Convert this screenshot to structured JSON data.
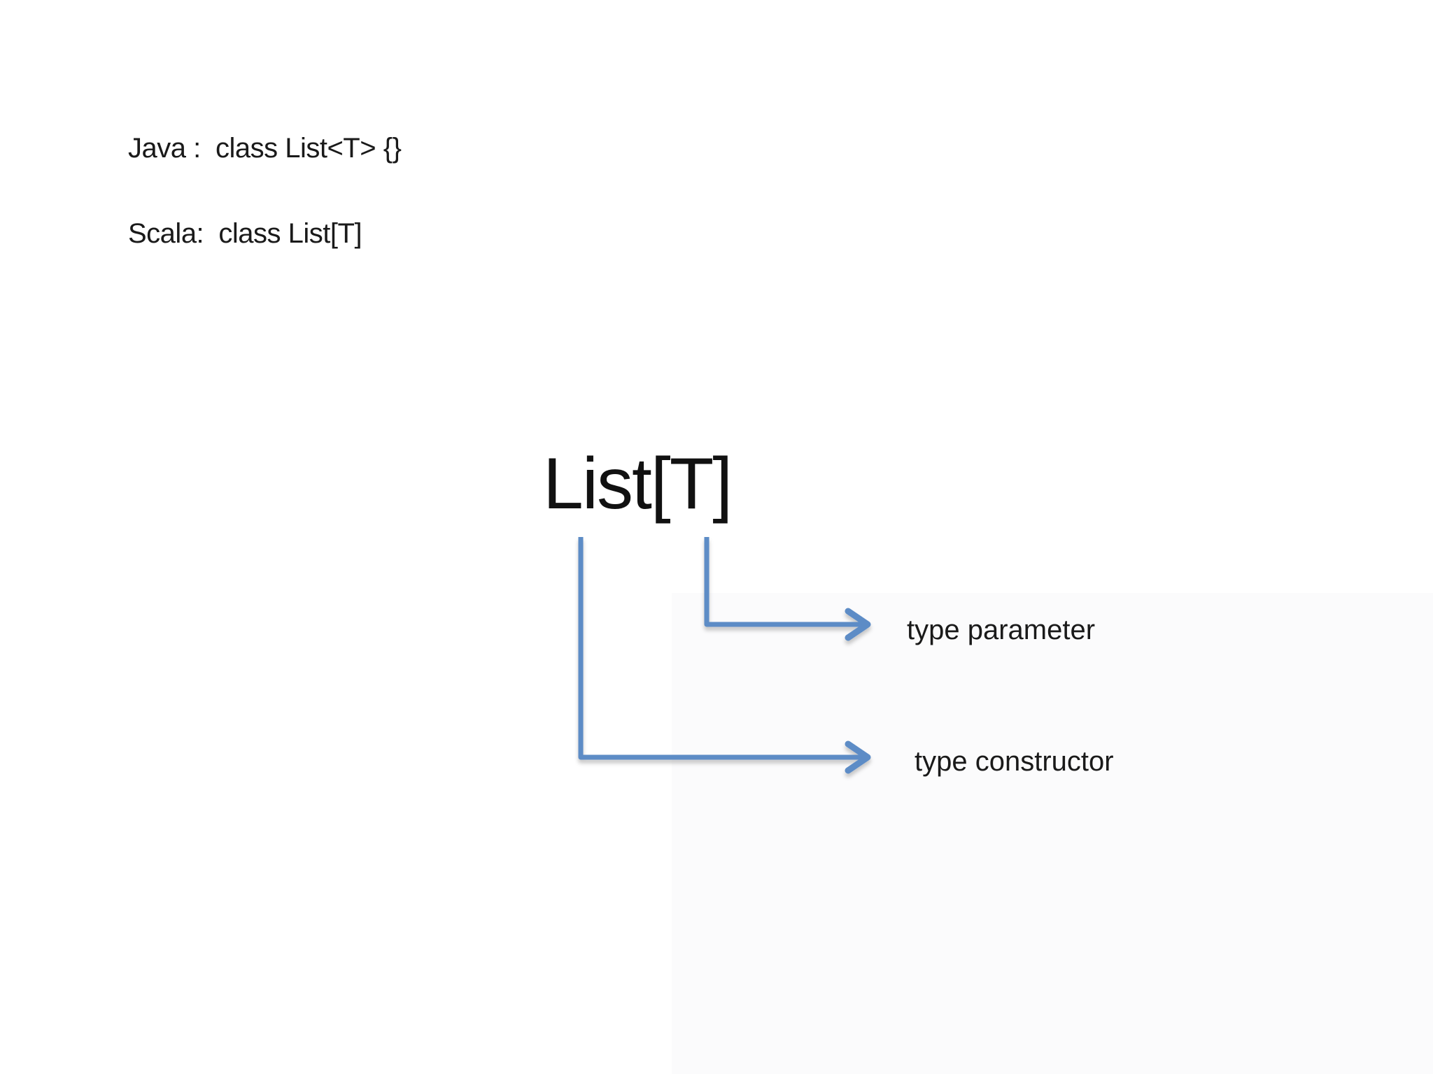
{
  "slide": {
    "java_line": "Java :  class List<T> {}",
    "scala_line": "Scala:  class List[T]",
    "big_label": "List[T]",
    "annotations": {
      "type_parameter": "type parameter",
      "type_constructor": "type constructor"
    },
    "colors": {
      "arrow": "#5d8cc6",
      "text": "#1a1a1a",
      "background": "#ffffff"
    }
  }
}
